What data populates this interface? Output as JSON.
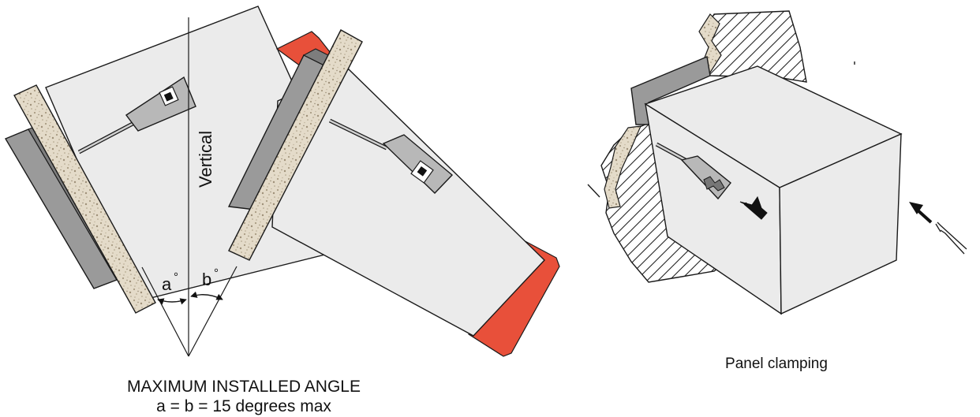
{
  "labels": {
    "vertical": "Vertical",
    "angle_a": "a",
    "angle_b": "b",
    "degree_symbol": "°",
    "caption_line1": "MAXIMUM INSTALLED ANGLE",
    "caption_line2": "a = b = 15 degrees max",
    "panel_clamping": "Panel clamping"
  },
  "installation": {
    "max_tilt_a_degrees": 15,
    "max_tilt_b_degrees": 15
  },
  "colors": {
    "case_body": "#ebebeb",
    "bezel": "#9a9a9a",
    "bezel_edge": "#7d7d7d",
    "panel_board": "#e2d8c6",
    "panel_speckle": "#b8ab92",
    "rear_terminal_cover": "#e8503a",
    "clamp": "#b8b8b8",
    "outline": "#1a1a1a"
  },
  "icons": {
    "push_arrow": "arrow-left-icon",
    "clamp": "panel-clamp-icon",
    "screwdriver": "screwdriver-icon"
  }
}
